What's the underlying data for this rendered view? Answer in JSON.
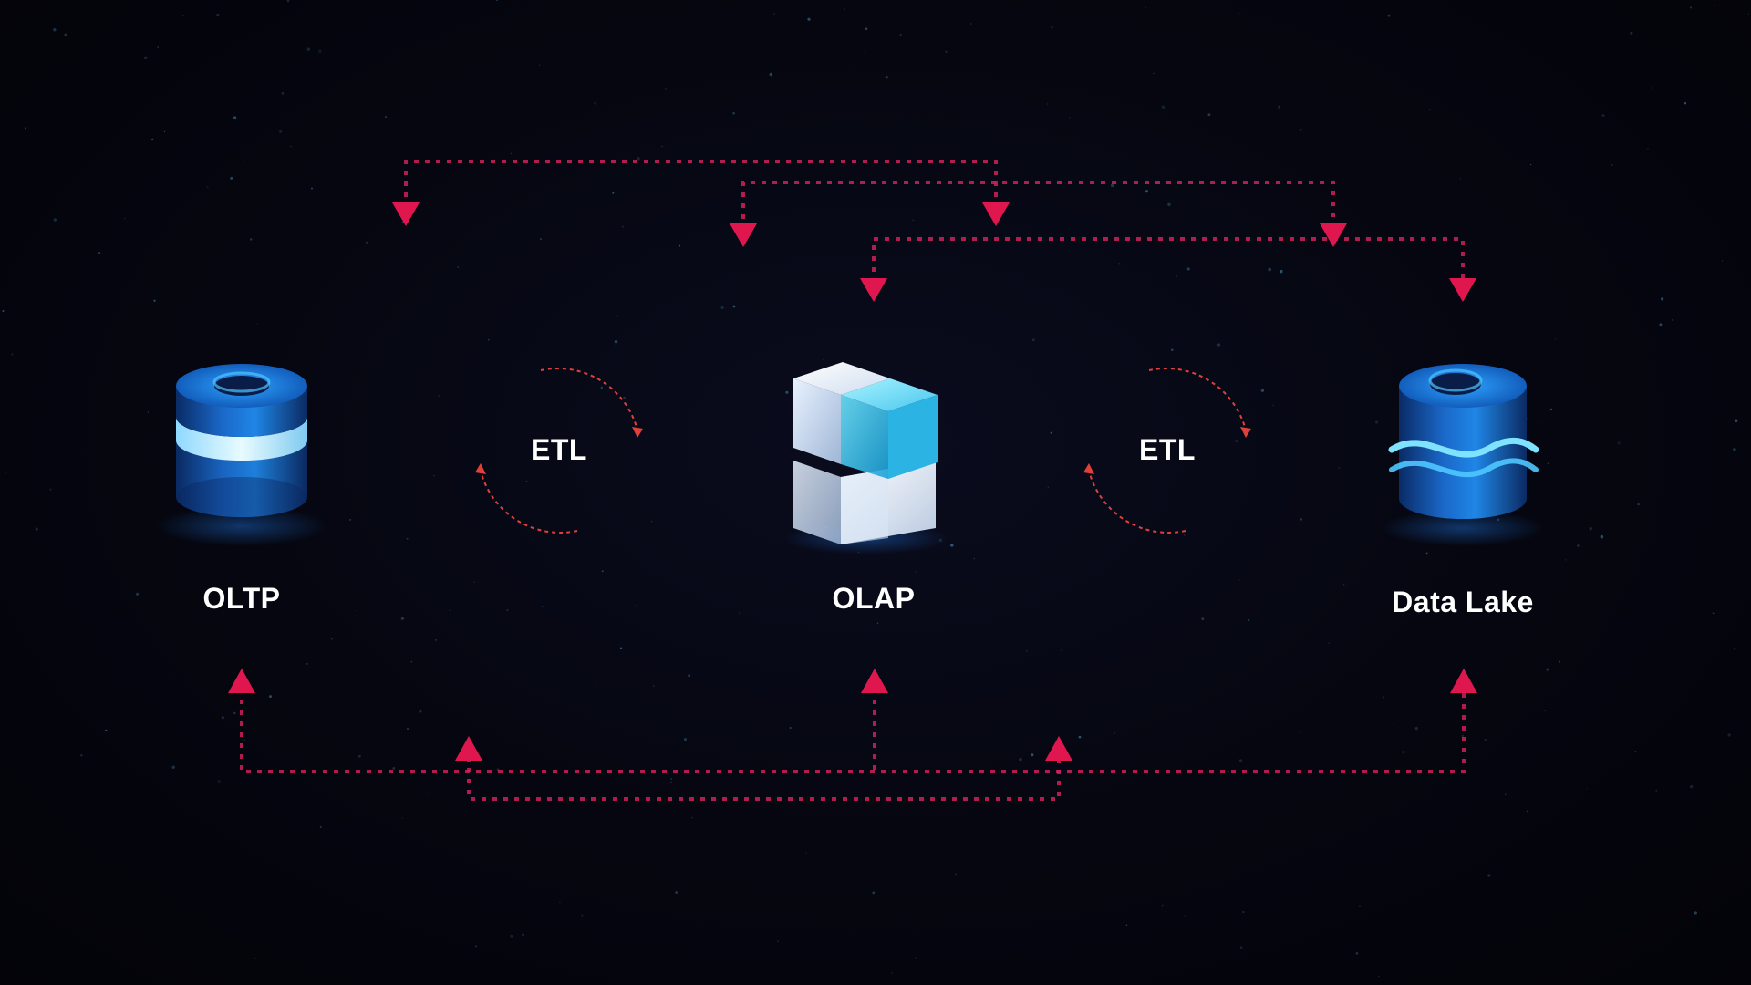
{
  "diagram": {
    "nodes": [
      {
        "id": "oltp",
        "label": "OLTP",
        "icon": "database-cylinder-icon"
      },
      {
        "id": "olap",
        "label": "OLAP",
        "icon": "olap-cube-icon"
      },
      {
        "id": "lake",
        "label": "Data Lake",
        "icon": "data-lake-cylinder-icon"
      }
    ],
    "processes": [
      {
        "id": "etl-1",
        "label": "ETL",
        "icon": "cycle-arrows-icon"
      },
      {
        "id": "etl-2",
        "label": "ETL",
        "icon": "cycle-arrows-icon"
      }
    ],
    "colors": {
      "background": "#04040d",
      "connector": "#d0215a",
      "etl_ring": "#e0403a",
      "icon_blue": "#1f8fe0",
      "icon_cyan": "#3fd4ff",
      "label": "#ffffff"
    }
  }
}
